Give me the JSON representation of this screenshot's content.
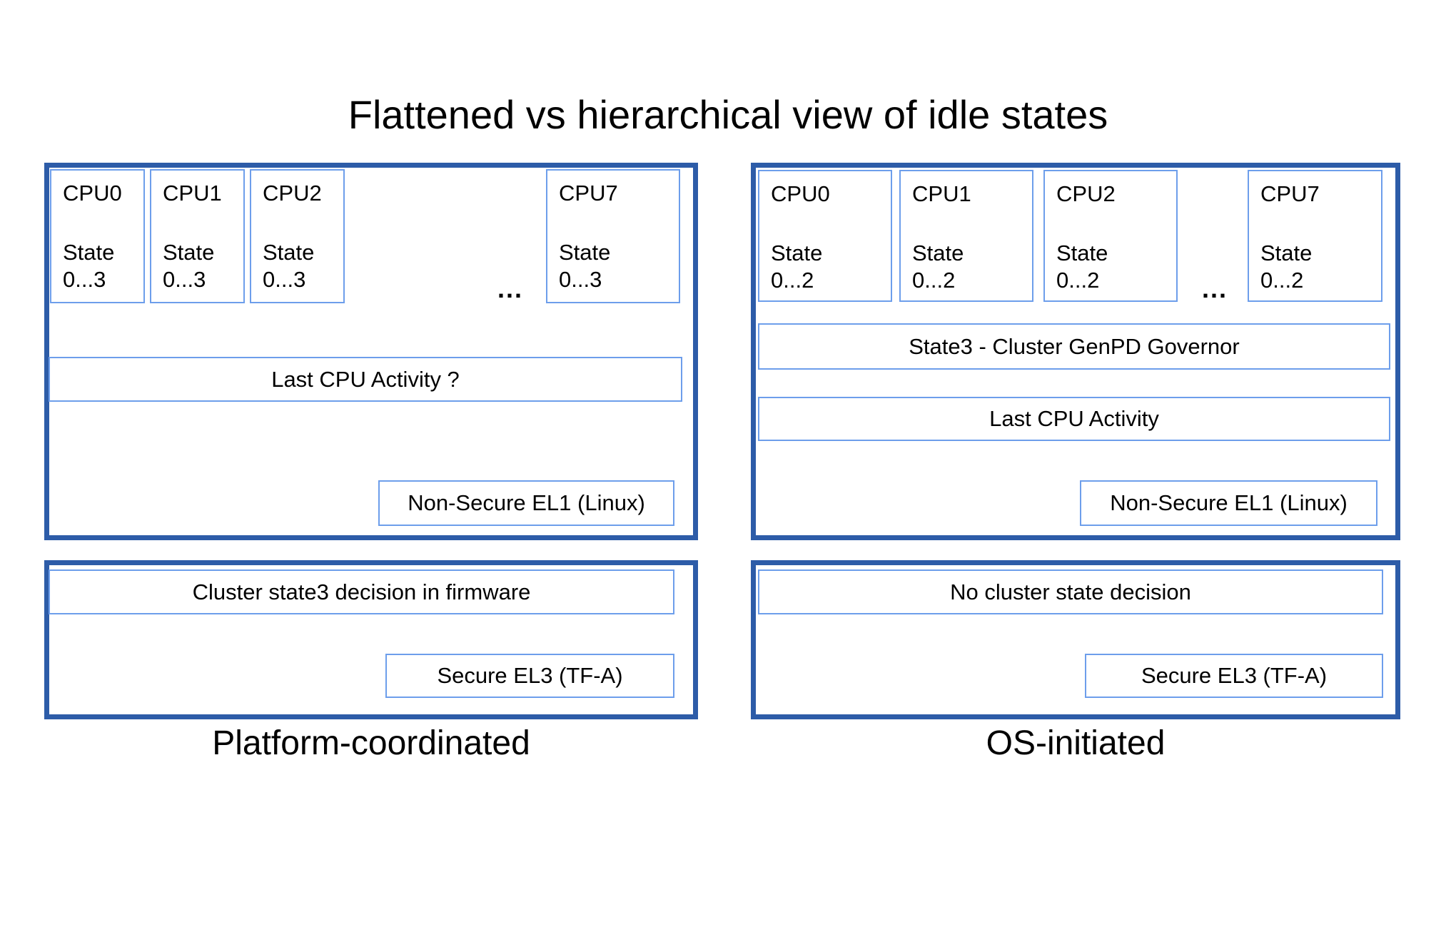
{
  "title": "Flattened vs hierarchical view of idle states",
  "colors": {
    "outer_border": "#2d5ca8",
    "inner_border": "#6d9eeb",
    "text": "#000000",
    "background": "#ffffff"
  },
  "left_panel": {
    "label": "Platform-coordinated",
    "ellipsis": "...",
    "cpus": [
      {
        "name": "CPU0",
        "state_word": "State",
        "state_range": "0...3"
      },
      {
        "name": "CPU1",
        "state_word": "State",
        "state_range": "0...3"
      },
      {
        "name": "CPU2",
        "state_word": "State",
        "state_range": "0...3"
      },
      {
        "name": "CPU7",
        "state_word": "State",
        "state_range": "0...3"
      }
    ],
    "activity_box": "Last CPU Activity ?",
    "el1_box": "Non-Secure EL1 (Linux)",
    "decision_box": "Cluster state3 decision in firmware",
    "el3_box": "Secure EL3 (TF-A)"
  },
  "right_panel": {
    "label": "OS-initiated",
    "ellipsis": "...",
    "cpus": [
      {
        "name": "CPU0",
        "state_word": "State",
        "state_range": "0...2"
      },
      {
        "name": "CPU1",
        "state_word": "State",
        "state_range": "0...2"
      },
      {
        "name": "CPU2",
        "state_word": "State",
        "state_range": "0...2"
      },
      {
        "name": "CPU7",
        "state_word": "State",
        "state_range": "0...2"
      }
    ],
    "governor_box": "State3 - Cluster GenPD Governor",
    "activity_box": "Last CPU Activity",
    "el1_box": "Non-Secure EL1 (Linux)",
    "decision_box": "No cluster state decision",
    "el3_box": "Secure EL3 (TF-A)"
  }
}
